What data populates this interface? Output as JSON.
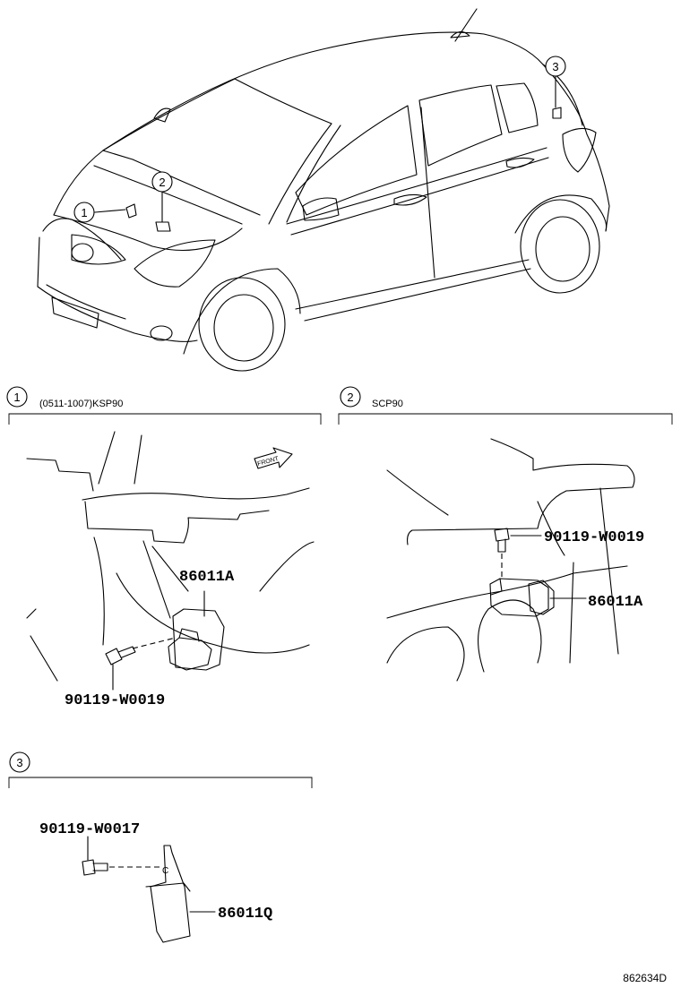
{
  "callouts": {
    "c1": "1",
    "c2": "2",
    "c3": "3"
  },
  "sections": {
    "s1": {
      "number": "1",
      "title": "(0511-1007)KSP90"
    },
    "s2": {
      "number": "2",
      "title": "SCP90"
    },
    "s3": {
      "number": "3",
      "title": ""
    }
  },
  "labels": {
    "front": "FRONT"
  },
  "parts": {
    "s1_sensor": "86011A",
    "s1_bolt": "90119-W0019",
    "s2_bolt": "90119-W0019",
    "s2_sensor": "86011A",
    "s3_bolt": "90119-W0017",
    "s3_sensor": "86011Q"
  },
  "diagram_id": "862634D"
}
